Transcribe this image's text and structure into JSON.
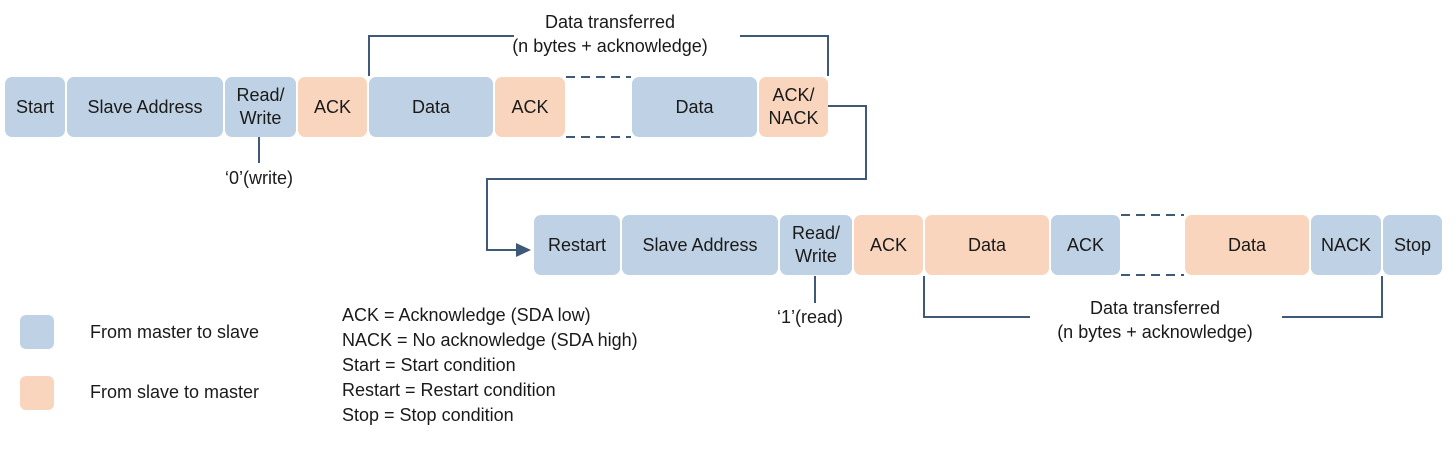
{
  "colors": {
    "master": "#bfd1e4",
    "slave": "#f9d5bd",
    "line": "#3e5a78"
  },
  "row1": {
    "start": "Start",
    "slave_address": "Slave Address",
    "rw": "Read/\nWrite",
    "ack1": "ACK",
    "data1": "Data",
    "ack2": "ACK",
    "data2": "Data",
    "ack_nack": "ACK/\nNACK",
    "rw_note": "‘0’(write)",
    "brace_label": "Data transferred\n(n bytes + acknowledge)"
  },
  "row2": {
    "restart": "Restart",
    "slave_address": "Slave Address",
    "rw": "Read/\nWrite",
    "ack1": "ACK",
    "data1": "Data",
    "ack2": "ACK",
    "data2": "Data",
    "nack": "NACK",
    "stop": "Stop",
    "rw_note": "‘1’(read)",
    "brace_label": "Data transferred\n(n bytes + acknowledge)"
  },
  "legend": {
    "master": "From master to slave",
    "slave": "From slave to master"
  },
  "definitions": [
    "ACK = Acknowledge (SDA low)",
    "NACK = No acknowledge (SDA high)",
    "Start = Start condition",
    "Restart = Restart condition",
    "Stop = Stop condition"
  ]
}
